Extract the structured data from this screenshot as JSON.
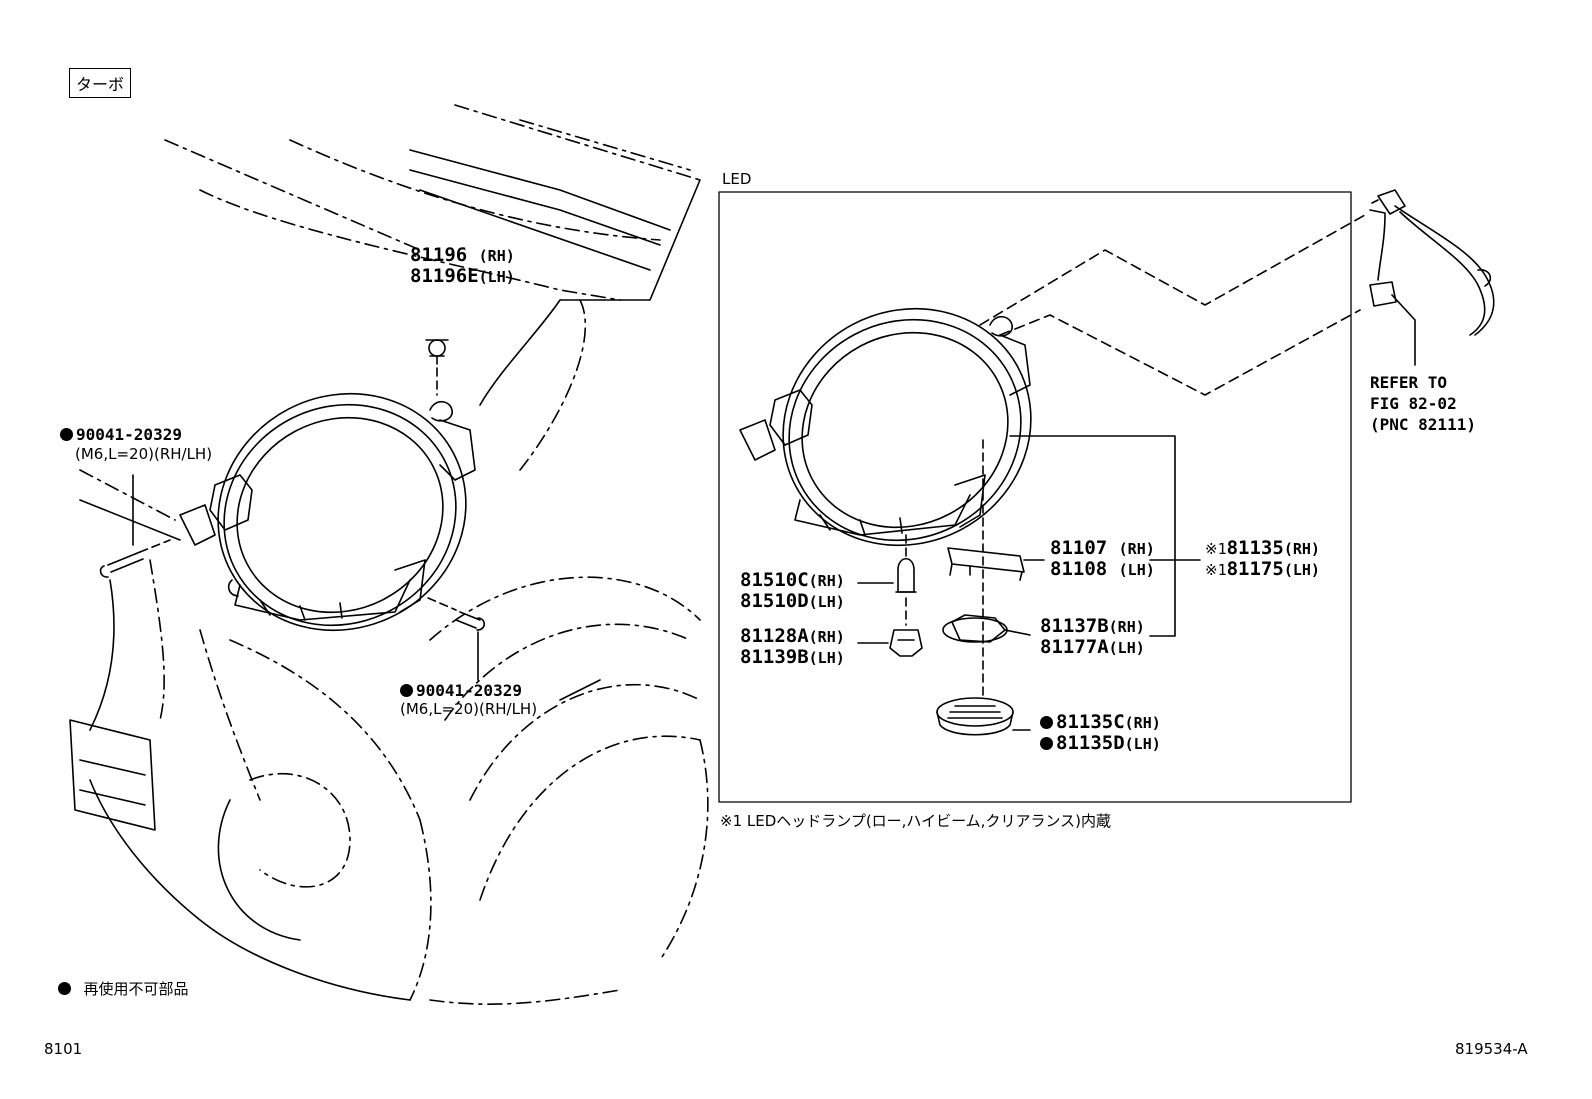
{
  "turbo_tag": "ターボ",
  "led_box_label": "LED",
  "footnote_led": "※1 LEDヘッドランプ(ロー,ハイビーム,クリアランス)内蔵",
  "legend": {
    "text": "再使用不可部品"
  },
  "page_code": "8101",
  "illustration_code": "819534-A",
  "refer_text": "REFER TO\nFIG 82-02\n(PNC 82111)",
  "parts": {
    "p81196": {
      "pn": "81196",
      "side": "(RH)"
    },
    "p81196e": {
      "pn": "81196E",
      "side": "(LH)"
    },
    "bolt_left": {
      "pn": "90041-20329",
      "spec": "(M6,L=20)(RH/LH)"
    },
    "bolt_right": {
      "pn": "90041-20329",
      "spec": "(M6,L=20)(RH/LH)"
    },
    "p81510c": {
      "pn": "81510C",
      "side": "(RH)"
    },
    "p81510d": {
      "pn": "81510D",
      "side": "(LH)"
    },
    "p81128a": {
      "pn": "81128A",
      "side": "(RH)"
    },
    "p81139b": {
      "pn": "81139B",
      "side": "(LH)"
    },
    "p81107": {
      "pn": "81107",
      "side": "(RH)"
    },
    "p81108": {
      "pn": "81108",
      "side": "(LH)"
    },
    "p81137b": {
      "pn": "81137B",
      "side": "(RH)"
    },
    "p81177a": {
      "pn": "81177A",
      "side": "(LH)"
    },
    "p81135": {
      "mark": "※1",
      "pn": "81135",
      "side": "(RH)"
    },
    "p81175": {
      "mark": "※1",
      "pn": "81175",
      "side": "(LH)"
    },
    "p81135c": {
      "pn": "81135C",
      "side": "(RH)"
    },
    "p81135d": {
      "pn": "81135D",
      "side": "(LH)"
    }
  }
}
